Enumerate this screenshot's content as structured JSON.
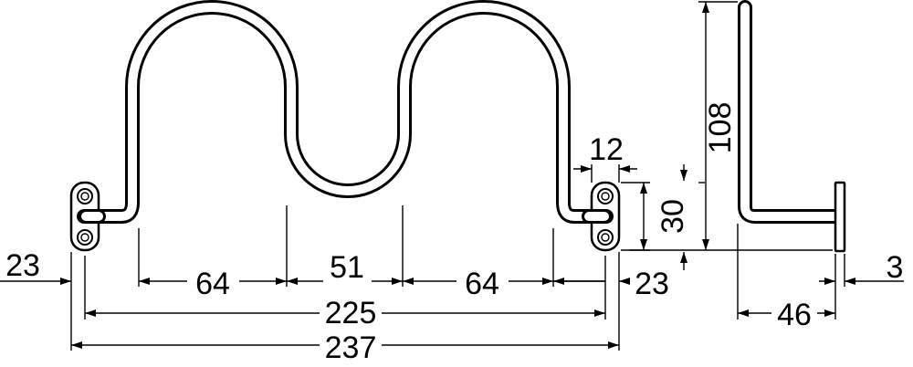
{
  "dimensions": {
    "left_offset": "23",
    "loop_left": "64",
    "loop_mid": "51",
    "loop_right": "64",
    "right_offset": "23",
    "inner_span": "225",
    "overall_width": "237",
    "plate_width": "12",
    "plate_height": "30",
    "total_height": "108",
    "depth": "46",
    "flange_thickness": "3"
  }
}
